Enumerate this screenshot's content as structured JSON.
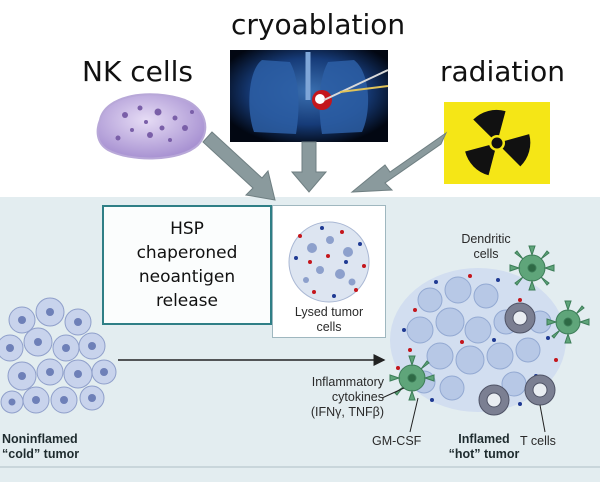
{
  "top_labels": {
    "nk": "NK cells",
    "cryo": "cryoablation",
    "radiation": "radiation"
  },
  "hsp_box": {
    "lines": [
      "HSP",
      "chaperoned",
      "neoantigen",
      "release"
    ]
  },
  "lysed": {
    "line1": "Lysed tumor",
    "line2": "cells"
  },
  "cold": {
    "line1": "Noninflamed",
    "line2": "“cold” tumor"
  },
  "hot": {
    "line1": "Inflamed",
    "line2": "“hot” tumor"
  },
  "dendritic": {
    "line1": "Dendritic",
    "line2": "cells"
  },
  "cytokines": {
    "line1": "Inflammatory",
    "line2": "cytokines",
    "line3": "(IFNγ, TNFβ)"
  },
  "gmcsf": "GM-CSF",
  "tcells": "T cells",
  "colors": {
    "panel": "#e3edf0",
    "arrow": "#8a9a9d",
    "box_border": "#2f7f86",
    "nk_cell": "#b9a6da",
    "radiation_bg": "#f5e616",
    "tumor_cell": "#c8d3ec",
    "dendritic": "#5fa57a",
    "tcell": "#7b7f92"
  }
}
